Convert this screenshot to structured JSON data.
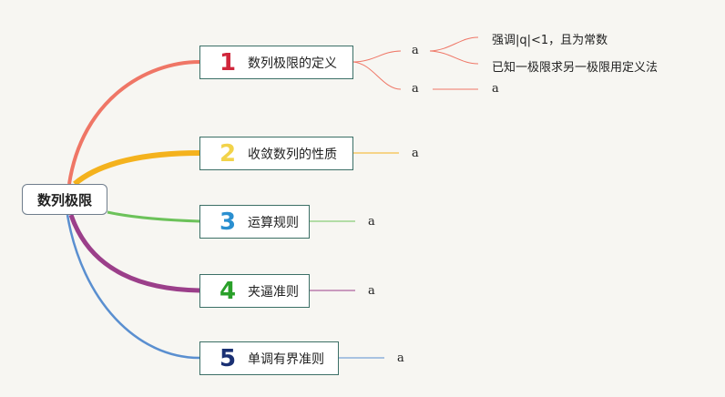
{
  "root": {
    "label": "数列极限"
  },
  "branches": [
    {
      "num": "1",
      "label": "数列极限的定义",
      "color": "#d0263b",
      "line": "#ef7666"
    },
    {
      "num": "2",
      "label": "收敛数列的性质",
      "color": "#f2d34a",
      "line": "#f4b21d"
    },
    {
      "num": "3",
      "label": "运算规则",
      "color": "#2a8fd0",
      "line": "#6cc25a"
    },
    {
      "num": "4",
      "label": "夹逼准则",
      "color": "#2aa02a",
      "line": "#9b3f8a"
    },
    {
      "num": "5",
      "label": "单调有界准则",
      "color": "#1a3073",
      "line": "#5a8fd0"
    }
  ],
  "leaves": {
    "b1_a1": "a",
    "b1_a1_c1": "强调|q|<1，且为常数",
    "b1_a1_c2": "已知一极限求另一极限用定义法",
    "b1_a2": "a",
    "b1_a2_c1": "a",
    "b2_a": "a",
    "b3_a": "a",
    "b4_a": "a",
    "b5_a": "a"
  }
}
